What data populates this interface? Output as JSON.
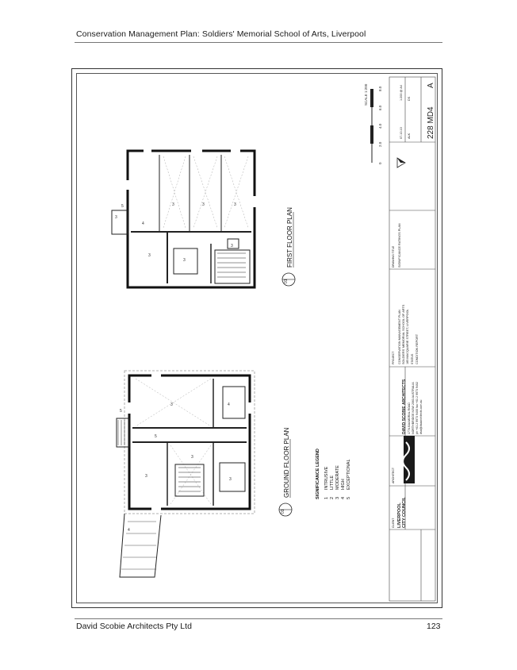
{
  "page": {
    "header": "Conservation Management Plan: Soldiers' Memorial School of Arts, Liverpool",
    "footer_left": "David Scobie Architects Pty Ltd",
    "page_number": "123"
  },
  "drawing": {
    "ground_floor_title": "GROUND FLOOR PLAN",
    "first_floor_title": "FIRST FLOOR PLAN",
    "ground_ref": "01",
    "first_ref": "01",
    "legend_title": "SIGNIFICANCE LEGEND",
    "legend_items": [
      {
        "num": "1",
        "label": "INTRUSIVE"
      },
      {
        "num": "2",
        "label": "LITTLE"
      },
      {
        "num": "3",
        "label": "MODERATE"
      },
      {
        "num": "4",
        "label": "HIGH"
      },
      {
        "num": "5",
        "label": "EXCEPTIONAL"
      }
    ],
    "scale_label": "SCALE 1:200",
    "scale_ticks": [
      "0",
      "2.0",
      "4.0",
      "6.0",
      "8.0"
    ]
  },
  "title_block": {
    "client_label": "CLIENT",
    "client": [
      "LIVERPOOL",
      "CITY COUNCIL"
    ],
    "architect_label": "ARCHITECT",
    "architect_name": "DAVID SCOBIE ARCHITECTS",
    "architect_address": [
      "177A BALMORAL ROAD",
      "NORTHBRIDGE NSW 2063 AUSTRALIA"
    ],
    "architect_contact": [
      "ph +61 2 9973 9400 fax +61 2 9973 9402",
      "dsa@dsaarchitects.com.au"
    ],
    "project_label": "PROJECT",
    "project": [
      "CONSERVATION MANAGEMENT PLAN",
      "SOLDIERS' MEMORIAL SCHOOL OF ARTS",
      "185 MACQUARIE STREET, LIVERPOOL"
    ],
    "status_label": "STATUS",
    "status": "CONDITION REPORT",
    "drawing_title_label": "DRAWING TITLE",
    "drawing_title": "SIGNIFICANCE RATINGS PLAN",
    "date": "07.10.10",
    "scale": "1:200 @ A4",
    "drawn": "ALK",
    "checked": "DS",
    "drawing_number": "228 MD4",
    "revision": "A"
  }
}
